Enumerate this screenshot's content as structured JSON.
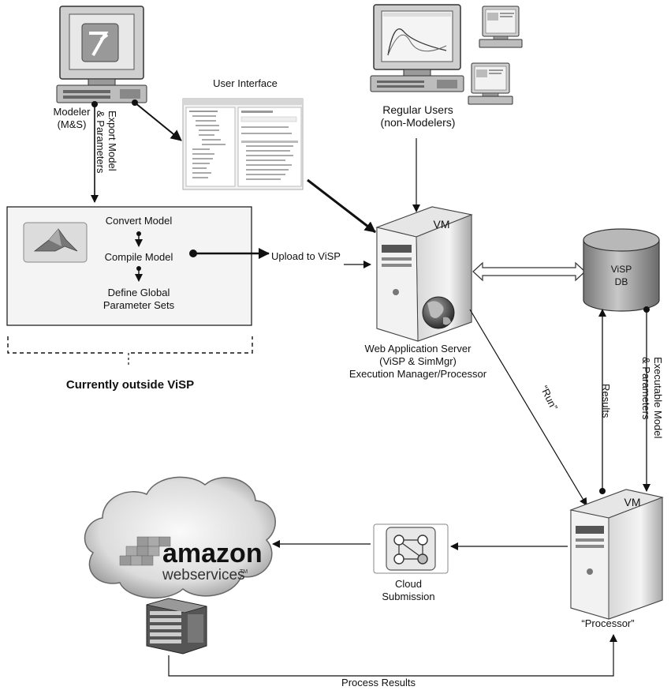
{
  "labels": {
    "modeler": [
      "Modeler",
      "(M&S)"
    ],
    "export": [
      "Export Model",
      "& Parameters"
    ],
    "user_interface": "User Interface",
    "regular_users": [
      "Regular Users",
      "(non-Modelers)"
    ],
    "convert": "Convert Model",
    "compile": "Compile Model",
    "define": [
      "Define Global",
      "Parameter Sets"
    ],
    "outside": "Currently outside ViSP",
    "upload": "Upload to ViSP",
    "vm": "VM",
    "db": [
      "ViSP",
      "DB"
    ],
    "server": [
      "Web Application Server",
      "(ViSP & SimMgr)",
      "Execution Manager/Processor"
    ],
    "run": "“Run”",
    "results": "Results",
    "executable": [
      "Executable Model",
      "& Parameters"
    ],
    "cloud": [
      "Cloud",
      "Submission"
    ],
    "processor": "“Processor”",
    "process_results": "Process Results",
    "amazon": "amazon",
    "webservices": "webservices",
    "tm": "TM"
  },
  "icons": {
    "modeler_computer": "desktop-computer-icon",
    "regular_users_computers": "desktop-computer-icon",
    "matlab": "matlab-logo-icon",
    "server": "server-tower-icon",
    "globe": "globe-icon",
    "database": "database-cylinder-icon",
    "cloud_submission": "cloud-submission-icon",
    "aws_cloud": "cloud-icon",
    "server_rack": "server-rack-icon"
  }
}
